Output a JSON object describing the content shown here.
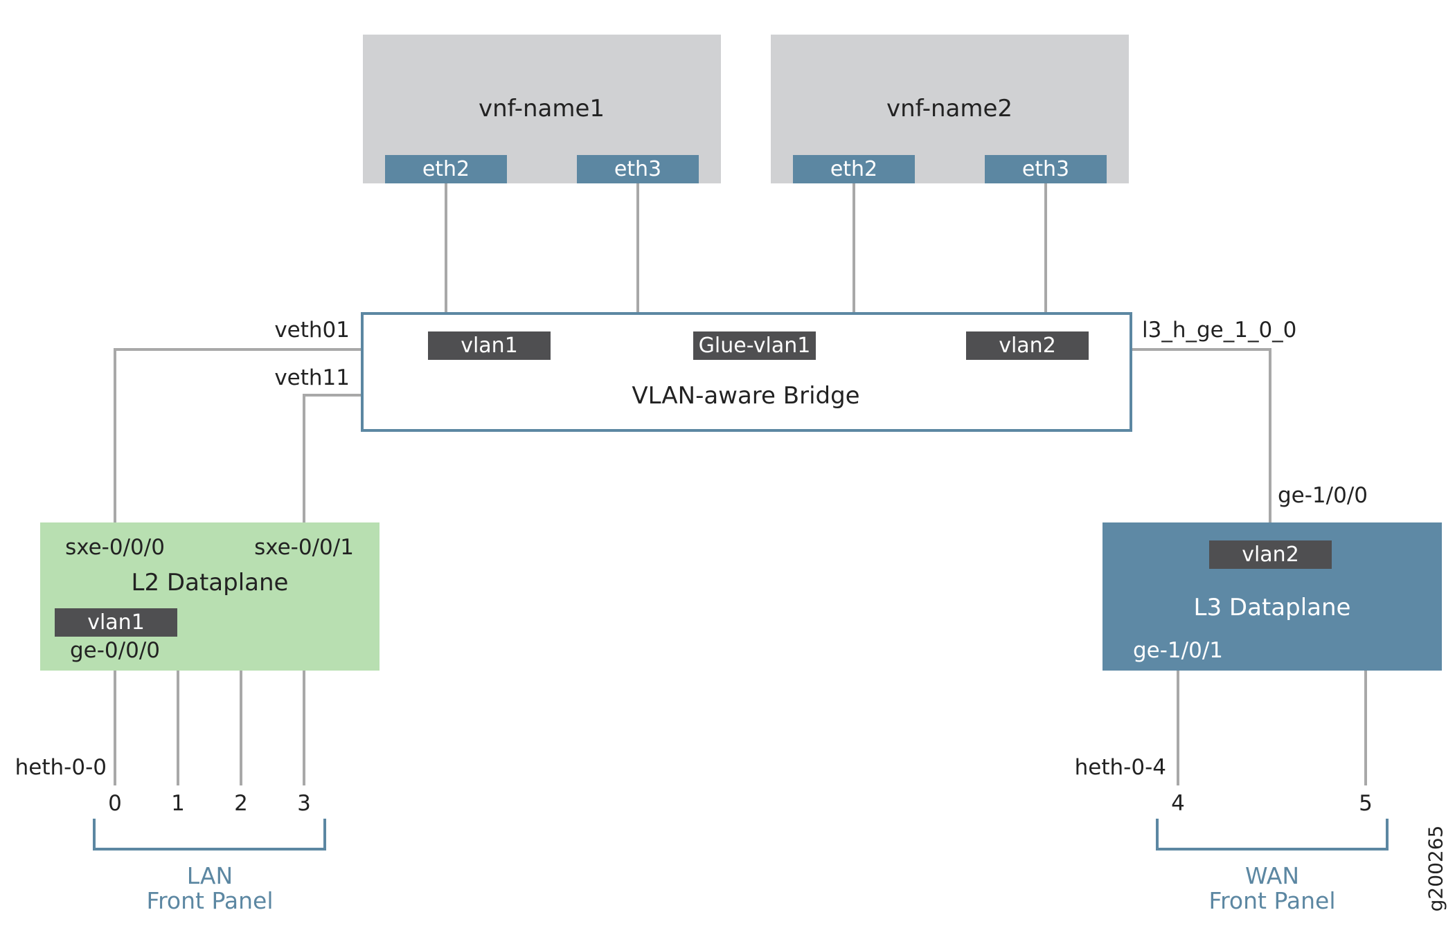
{
  "vnfs": [
    {
      "name": "vnf-name1",
      "ports": [
        "eth2",
        "eth3"
      ]
    },
    {
      "name": "vnf-name2",
      "ports": [
        "eth2",
        "eth3"
      ]
    }
  ],
  "bridge": {
    "title": "VLAN-aware Bridge",
    "vlans": [
      "vlan1",
      "Glue-vlan1",
      "vlan2"
    ],
    "left_ports": [
      "veth01",
      "veth11"
    ],
    "right_port": "l3_h_ge_1_0_0"
  },
  "l2": {
    "title": "L2 Dataplane",
    "ports": [
      "sxe-0/0/0",
      "sxe-0/0/1"
    ],
    "vlan": "vlan1",
    "ge_port": "ge-0/0/0"
  },
  "l3": {
    "title": "L3 Dataplane",
    "vlan": "vlan2",
    "uplink": "ge-1/0/0",
    "ge_port": "ge-1/0/1"
  },
  "lan": {
    "heth": "heth-0-0",
    "ports": [
      "0",
      "1",
      "2",
      "3"
    ],
    "label_line1": "LAN",
    "label_line2": "Front Panel"
  },
  "wan": {
    "heth": "heth-0-4",
    "ports": [
      "4",
      "5"
    ],
    "label_line1": "WAN",
    "label_line2": "Front Panel"
  },
  "figure_id": "g200265",
  "colors": {
    "vnf_fill": "#d0d1d3",
    "port_blue": "#5c87a2",
    "vlan_dark": "#4f4f51",
    "l2_green": "#b8dfb1",
    "l3_blue": "#5e89a5",
    "wire_gray": "#a8a8a8"
  }
}
